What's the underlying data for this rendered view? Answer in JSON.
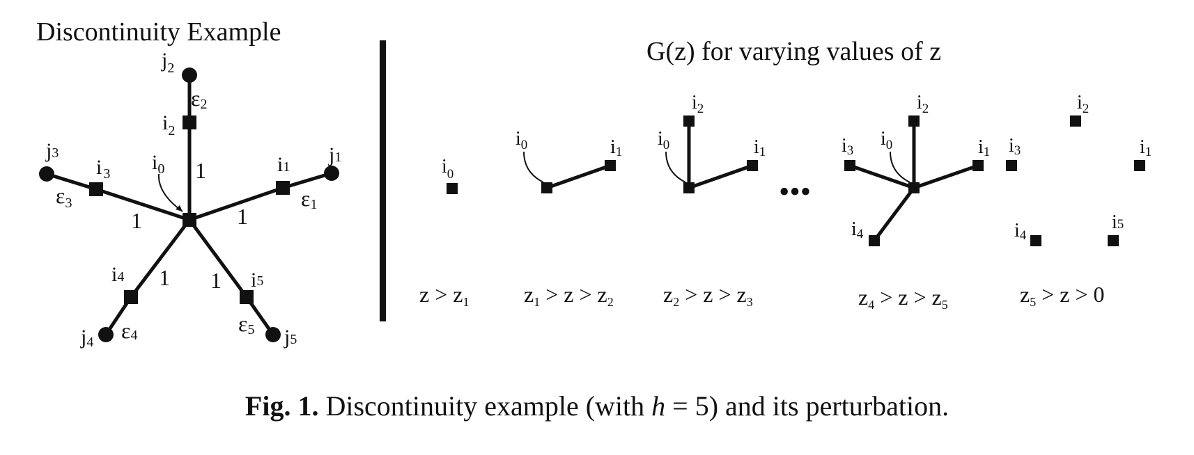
{
  "left_panel": {
    "title": "Discontinuity Example",
    "center": "i0",
    "facilities": [
      "i1",
      "i2",
      "i3",
      "i4",
      "i5"
    ],
    "clients": [
      "j1",
      "j2",
      "j3",
      "j4",
      "j5"
    ],
    "edge_cost_center": "1",
    "edge_cost_client": [
      "ε1",
      "ε2",
      "ε3",
      "ε4",
      "ε5"
    ]
  },
  "right_panel": {
    "title": "G(z) for varying values of z",
    "ellipsis": "•••",
    "conditions": [
      "z > z1",
      "z1 > z > z2",
      "z2 > z > z3",
      "z4 > z > z5",
      "z5 > z > 0"
    ]
  },
  "caption": {
    "label": "Fig. 1.",
    "text": "Discontinuity example (with h = 5) and its perturbation."
  }
}
